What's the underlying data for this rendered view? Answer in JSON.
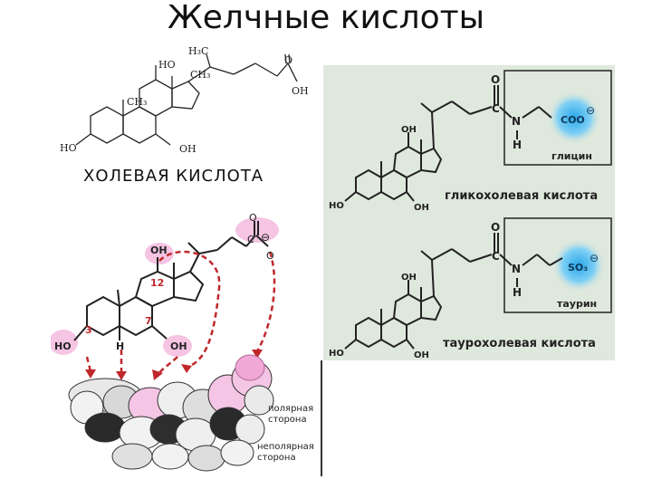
{
  "title": "Желчные кислоты",
  "cholic": {
    "name": "ХОЛЕВАЯ КИСЛОТА",
    "labels": {
      "ho_top": "HO",
      "h3c": "H₃C",
      "ch3_side": "CH₃",
      "ch3_left": "CH₃",
      "o": "O",
      "oh_acid": "OH",
      "ho_left": "HO",
      "oh_bottom": "OH"
    }
  },
  "stereo": {
    "o_top": "O",
    "c": "C",
    "o_bottom": "O",
    "minus": "⊖",
    "oh_12": "OH",
    "num_12": "12",
    "num_3": "3",
    "num_7": "7",
    "ho_3": "HO",
    "h": "H",
    "oh_7": "OH",
    "polar": [
      "полярная",
      "сторона"
    ],
    "nonpolar": [
      "неполярная",
      "сторона"
    ]
  },
  "conjugates": {
    "glyco": {
      "name": "гликохолевая кислота",
      "group": "глицин",
      "o": "O",
      "c": "C",
      "n": "N",
      "h": "H",
      "ion": "COO",
      "charge": "⊖",
      "oh": "OH",
      "ho": "HO",
      "oh2": "OH"
    },
    "tauro": {
      "name": "таурохолевая кислота",
      "group": "таурин",
      "o": "O",
      "c": "C",
      "n": "N",
      "h": "H",
      "ion": "SO₃",
      "charge": "⊖",
      "oh": "OH",
      "ho": "HO",
      "oh2": "OH"
    }
  },
  "colors": {
    "panel": "#dfe8dc",
    "highlight_pink": "#f3b6dc",
    "arrow_red": "#c0282b",
    "ion_blue": "#2aa6e8"
  }
}
